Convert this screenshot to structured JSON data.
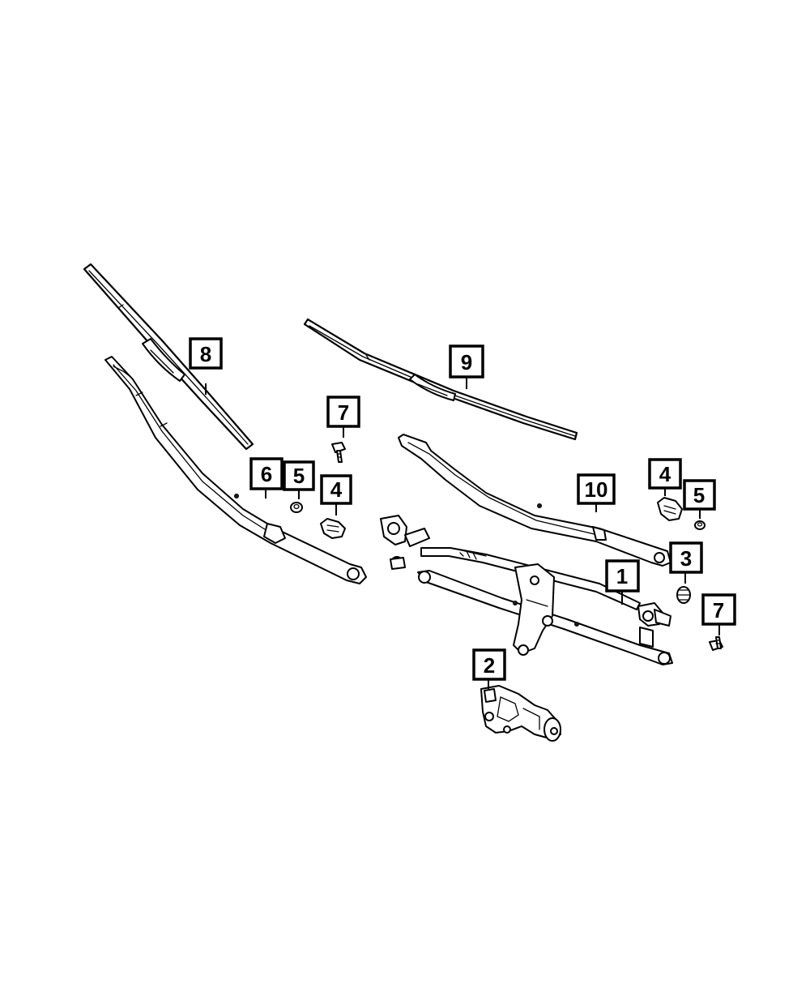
{
  "callouts": {
    "c1": "1",
    "c2": "2",
    "c3": "3",
    "c4a": "4",
    "c4b": "4",
    "c5a": "5",
    "c5b": "5",
    "c6": "6",
    "c7a": "7",
    "c7b": "7",
    "c8": "8",
    "c9": "9",
    "c10": "10"
  },
  "colors": {
    "line": "#000000",
    "background": "#ffffff"
  }
}
